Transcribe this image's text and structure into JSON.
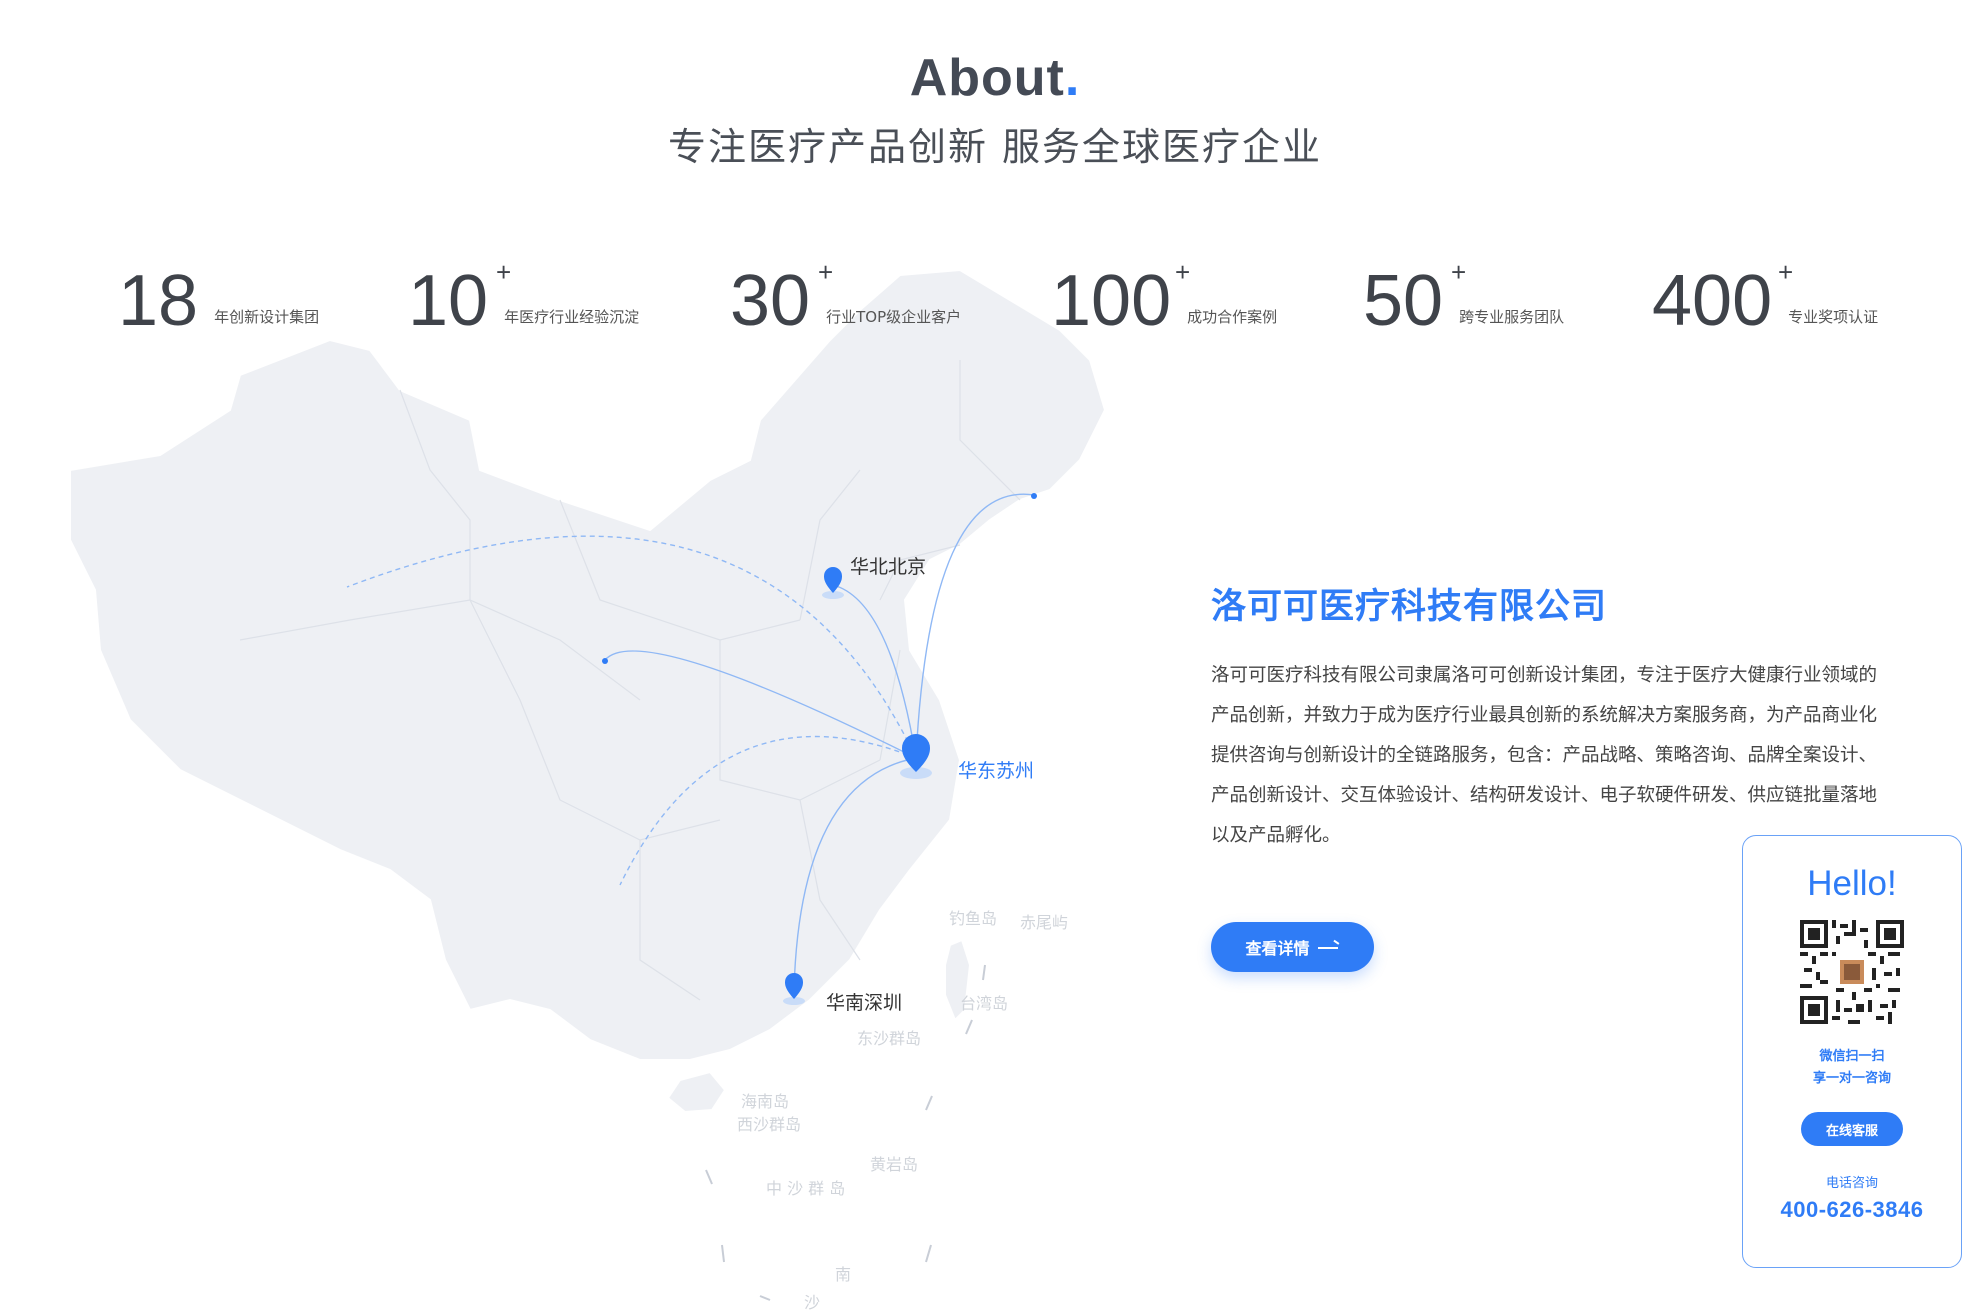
{
  "header": {
    "title": "About",
    "title_dot": ".",
    "subtitle": "专注医疗产品创新  服务全球医疗企业"
  },
  "stats": [
    {
      "value": "18",
      "plus": "",
      "label": "年创新设计集团"
    },
    {
      "value": "10",
      "plus": "+",
      "label": "年医疗行业经验沉淀"
    },
    {
      "value": "30",
      "plus": "+",
      "label": "行业TOP级企业客户"
    },
    {
      "value": "100",
      "plus": "+",
      "label": "成功合作案例"
    },
    {
      "value": "50",
      "plus": "+",
      "label": "跨专业服务团队"
    },
    {
      "value": "400",
      "plus": "+",
      "label": "专业奖项认证"
    }
  ],
  "map": {
    "cities": {
      "beijing": "华北北京",
      "suzhou": "华东苏州",
      "shenzhen": "华南深圳"
    },
    "islands": {
      "diaoyu": "钓鱼岛",
      "chiwei": "赤尾屿",
      "taiwan": "台湾岛",
      "dongsha": "东沙群岛",
      "hainan": "海南岛",
      "xisha": "西沙群岛",
      "huangyan": "黄岩岛",
      "zhongsha": "中 沙 群 岛",
      "nan": "南",
      "sha": "沙"
    },
    "colors": {
      "land": "#eef0f4",
      "border": "#ffffff",
      "route": "#8fb8f5",
      "marker": "#2f7cf6"
    }
  },
  "company": {
    "name": "洛可可医疗科技有限公司",
    "description": "洛可可医疗科技有限公司隶属洛可可创新设计集团，专注于医疗大健康行业领域的产品创新，并致力于成为医疗行业最具创新的系统解决方案服务商，为产品商业化提供咨询与创新设计的全链路服务，包含：产品战略、策略咨询、品牌全案设计、产品创新设计、交互体验设计、结构研发设计、电子软硬件研发、供应链批量落地以及产品孵化。",
    "detail_button": "查看详情"
  },
  "contact": {
    "greeting": "Hello!",
    "wechat_line1": "微信扫一扫",
    "wechat_line2": "享一对一咨询",
    "service_button": "在线客服",
    "phone_label": "电话咨询",
    "phone": "400-626-3846"
  }
}
